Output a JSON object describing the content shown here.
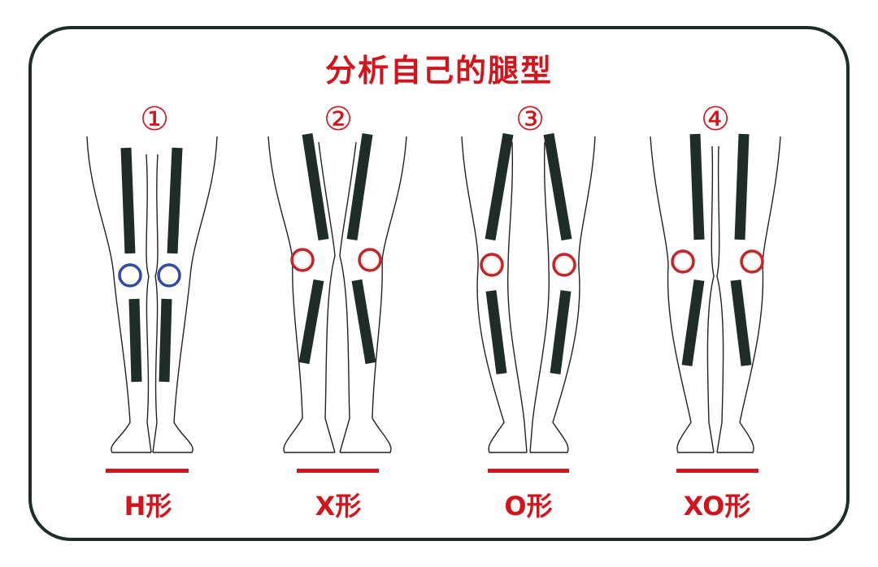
{
  "title": "分析自己的腿型",
  "colors": {
    "accent": "#d3141b",
    "bar": "#1f2d28",
    "blue_ring": "#2f4aa8"
  },
  "figures": [
    {
      "number": "①",
      "label": "H形",
      "knee_marker": "blue-ring-icon"
    },
    {
      "number": "②",
      "label": "X形",
      "knee_marker": "red-ring-icon"
    },
    {
      "number": "③",
      "label": "O形",
      "knee_marker": "red-ring-icon"
    },
    {
      "number": "④",
      "label": "XO形",
      "knee_marker": "red-ring-icon"
    }
  ]
}
